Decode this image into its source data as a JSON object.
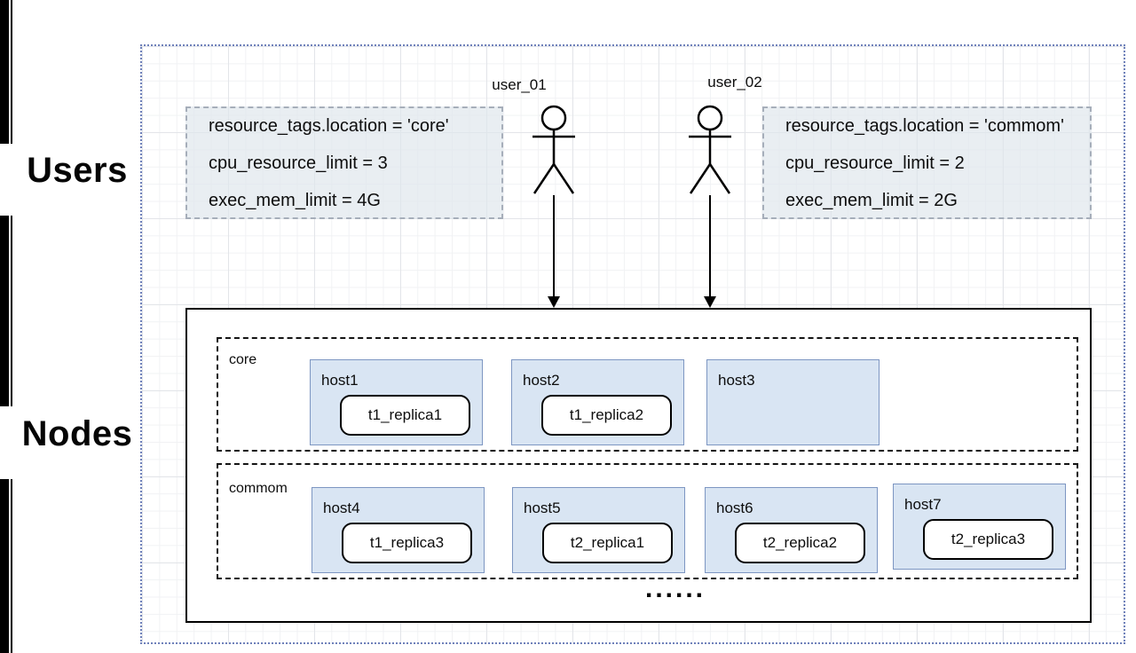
{
  "left_rail": {
    "users_label": "Users",
    "nodes_label": "Nodes"
  },
  "users": [
    {
      "name": "user_01",
      "params": [
        "resource_tags.location = 'core'",
        "cpu_resource_limit = 3",
        "exec_mem_limit = 4G"
      ]
    },
    {
      "name": "user_02",
      "params": [
        "resource_tags.location = 'commom'",
        "cpu_resource_limit = 2",
        "exec_mem_limit = 2G"
      ]
    }
  ],
  "nodes": {
    "zones": [
      {
        "label": "core",
        "hosts": [
          {
            "label": "host1",
            "replica": "t1_replica1"
          },
          {
            "label": "host2",
            "replica": "t1_replica2"
          },
          {
            "label": "host3"
          }
        ]
      },
      {
        "label": "commom",
        "hosts": [
          {
            "label": "host4",
            "replica": "t1_replica3"
          },
          {
            "label": "host5",
            "replica": "t2_replica1"
          },
          {
            "label": "host6",
            "replica": "t2_replica2"
          },
          {
            "label": "host7",
            "replica": "t2_replica3"
          }
        ]
      }
    ],
    "ellipsis": "......"
  },
  "colors": {
    "host_fill": "#d9e5f3",
    "host_border": "#7d96c2",
    "canvas_border": "#6f81ba",
    "param_box_border": "#a6aeba",
    "param_box_fill": "#dfe6ec",
    "line_color": "#000000"
  }
}
